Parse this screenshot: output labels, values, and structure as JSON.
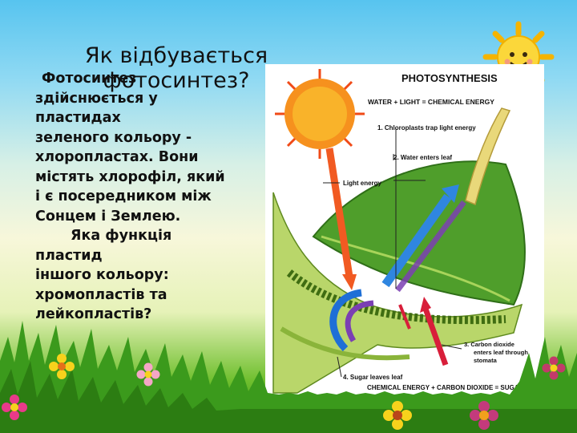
{
  "slide": {
    "title": "Як відбувається фотосинтез?",
    "body_lines": [
      "Фотосинтез",
      "здійснюється у",
      "пластидах",
      "зеленого кольору -",
      "хлоропластах. Вони",
      "містять хлорофіл, який",
      "і є посередником між",
      "Сонцем і Землею.",
      "Яка функція",
      "пластид",
      "іншого кольору:",
      "хромопластів та",
      "лейкопластів?"
    ]
  },
  "diagram": {
    "heading": "PHOTOSYNTHESIS",
    "equation_top": "WATER + LIGHT = CHEMICAL ENERGY",
    "light_label": "Light energy",
    "step1": "1.  Chloroplasts trap light energy",
    "step2": "2.  Water enters leaf",
    "step3_line1": "3.  Carbon dioxide",
    "step3_line2": "enters leaf through",
    "step3_line3": "stomata",
    "step4": "4.  Sugar leaves leaf",
    "equation_bottom": "CHEMICAL ENERGY + CARBON DIOXIDE = SUGAR"
  },
  "colors": {
    "sky_top": "#57c4ef",
    "grass": "#3b9a1c",
    "sun": "#f9d11a",
    "leaf": "#4f9e2b",
    "arrow_blue": "#1e6fd6",
    "arrow_purple": "#7b3fb3",
    "arrow_red": "#d81e3a"
  },
  "icons": [
    "cartoon-sun-icon",
    "flower-icon"
  ]
}
